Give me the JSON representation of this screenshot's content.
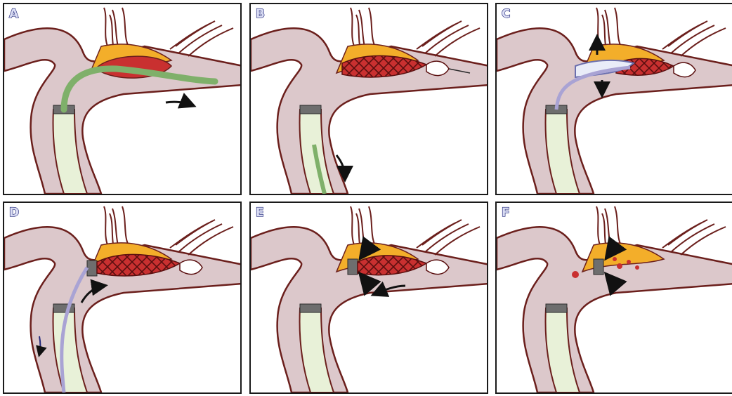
{
  "panels": [
    {
      "label": "A"
    },
    {
      "label": "B"
    },
    {
      "label": "C"
    },
    {
      "label": "D"
    },
    {
      "label": "E"
    },
    {
      "label": "F"
    }
  ],
  "colors": {
    "vessel_fill": "#dcc8cb",
    "vessel_outline": "#6b1f1c",
    "plaque": "#f3ae2a",
    "thrombus": "#c93030",
    "catheter_fill": "#e8f1d8",
    "wire_green": "#7fb06a",
    "balloon_purple": "#a9a3d4",
    "label_outline": "#22287a"
  }
}
